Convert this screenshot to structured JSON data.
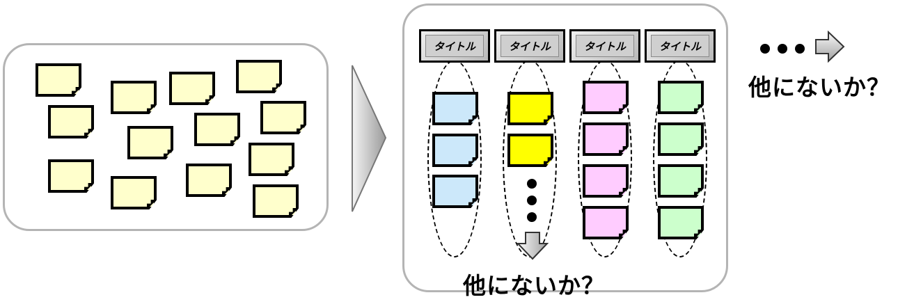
{
  "colors": {
    "unsorted_note": "#ffffcc",
    "column_notes": [
      "#cce8fa",
      "#ffff00",
      "#ffccff",
      "#ccffcc"
    ]
  },
  "columns": [
    {
      "title": "タイトル",
      "note_count": 3
    },
    {
      "title": "タイトル",
      "note_count": 2
    },
    {
      "title": "タイトル",
      "note_count": 4
    },
    {
      "title": "タイトル",
      "note_count": 4
    }
  ],
  "labels": {
    "question_bottom": "他にないか？",
    "question_right": "他にないか？"
  },
  "icons": [
    "ellipsis-dots-icon",
    "arrow-right-icon",
    "arrow-down-icon",
    "chevron-right-big-arrow-icon"
  ]
}
